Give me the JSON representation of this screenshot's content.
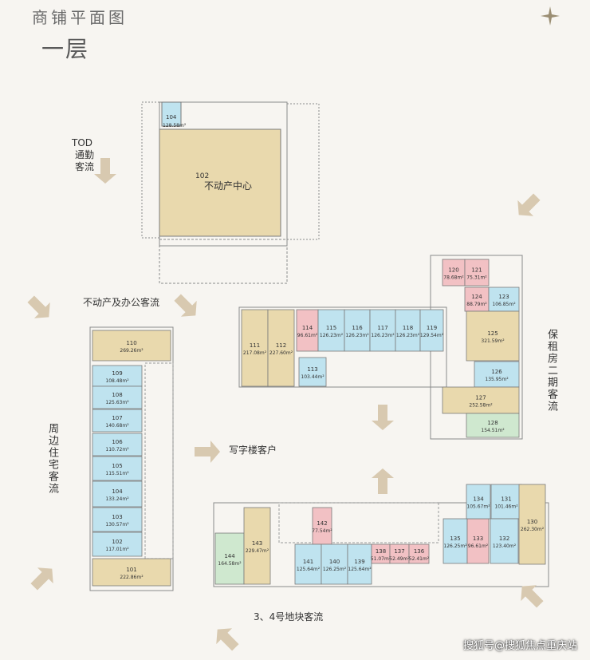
{
  "header": {
    "title": "商铺平面图",
    "floor": "一层"
  },
  "flows": {
    "tod": [
      "TOD",
      "通勤",
      "客流"
    ],
    "realestate_office": "不动产及办公客流",
    "office_customers": "写字楼客户",
    "surrounding_residents": "周边住宅客流",
    "rental_phase2": "保租房二期客流",
    "plot_34": "3、4号地块客流"
  },
  "center": {
    "number": "102",
    "name": "不动产中心",
    "unit104": {
      "number": "104",
      "area": "128.58m²"
    }
  },
  "units_left": [
    {
      "number": "110",
      "area": "269.26m²",
      "color": "tan"
    },
    {
      "number": "109",
      "area": "108.48m²",
      "color": "blue"
    },
    {
      "number": "108",
      "area": "125.63m²",
      "color": "blue"
    },
    {
      "number": "107",
      "area": "140.68m²",
      "color": "blue"
    },
    {
      "number": "106",
      "area": "110.72m²",
      "color": "blue"
    },
    {
      "number": "105",
      "area": "115.51m²",
      "color": "blue"
    },
    {
      "number": "104",
      "area": "133.24m²",
      "color": "blue"
    },
    {
      "number": "103",
      "area": "130.57m²",
      "color": "blue"
    },
    {
      "number": "102",
      "area": "117.01m²",
      "color": "blue"
    },
    {
      "number": "101",
      "area": "222.86m²",
      "color": "tan"
    }
  ],
  "units_right_row": [
    {
      "number": "111",
      "area": "217.08m²",
      "color": "tan"
    },
    {
      "number": "112",
      "area": "227.60m²",
      "color": "tan"
    },
    {
      "number": "114",
      "area": "96.61m²",
      "color": "pink"
    },
    {
      "number": "115",
      "area": "126.23m²",
      "color": "blue"
    },
    {
      "number": "116",
      "area": "126.23m²",
      "color": "blue"
    },
    {
      "number": "117",
      "area": "126.23m²",
      "color": "blue"
    },
    {
      "number": "118",
      "area": "126.23m²",
      "color": "blue"
    },
    {
      "number": "119",
      "area": "129.54m²",
      "color": "blue"
    },
    {
      "number": "113",
      "area": "103.44m²",
      "color": "blue"
    }
  ],
  "units_right_col": [
    {
      "number": "120",
      "area": "78.68m²",
      "color": "pink"
    },
    {
      "number": "121",
      "area": "75.31m²",
      "color": "pink"
    },
    {
      "number": "124",
      "area": "88.79m²",
      "color": "pink"
    },
    {
      "number": "123",
      "area": "106.85m²",
      "color": "blue"
    },
    {
      "number": "125",
      "area": "321.59m²",
      "color": "tan"
    },
    {
      "number": "126",
      "area": "135.95m²",
      "color": "blue"
    },
    {
      "number": "127",
      "area": "252.58m²",
      "color": "tan"
    },
    {
      "number": "128",
      "area": "154.51m²",
      "color": "green"
    }
  ],
  "units_bottom": [
    {
      "number": "144",
      "area": "164.58m²",
      "color": "green"
    },
    {
      "number": "143",
      "area": "229.47m²",
      "color": "tan"
    },
    {
      "number": "142",
      "area": "77.54m²",
      "color": "pink"
    },
    {
      "number": "141",
      "area": "125.64m²",
      "color": "blue"
    },
    {
      "number": "140",
      "area": "126.25m²",
      "color": "blue"
    },
    {
      "number": "139",
      "area": "125.64m²",
      "color": "blue"
    },
    {
      "number": "138",
      "area": "51.07m²",
      "color": "pink"
    },
    {
      "number": "137",
      "area": "52.49m²",
      "color": "pink"
    },
    {
      "number": "136",
      "area": "52.41m²",
      "color": "pink"
    },
    {
      "number": "135",
      "area": "126.25m²",
      "color": "blue"
    },
    {
      "number": "133",
      "area": "96.61m²",
      "color": "pink"
    },
    {
      "number": "134",
      "area": "105.67m²",
      "color": "blue"
    },
    {
      "number": "131",
      "area": "101.46m²",
      "color": "blue"
    },
    {
      "number": "132",
      "area": "123.40m²",
      "color": "blue"
    },
    {
      "number": "130",
      "area": "262.30m²",
      "color": "tan"
    }
  ],
  "colors": {
    "blue": "#bfe3ef",
    "tan": "#e9d9ad",
    "pink": "#f2c1c4",
    "green": "#cfe8cf",
    "line": "#7a7a7a",
    "arrow": "#d8c9b0"
  },
  "watermark": "搜狐号@搜狐焦点重庆站"
}
